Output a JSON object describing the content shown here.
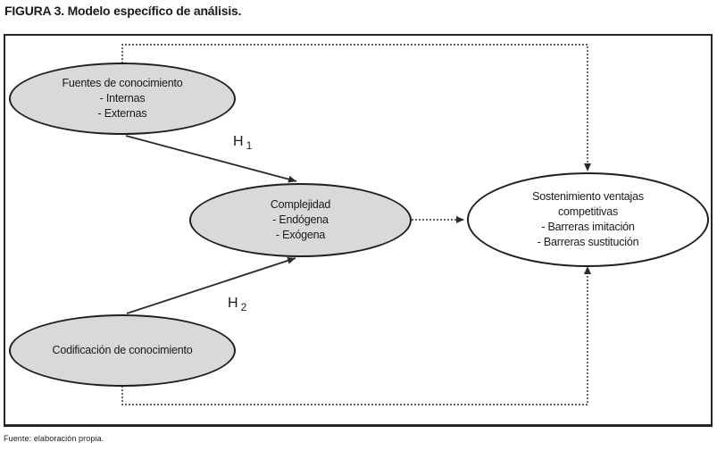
{
  "title": "FIGURA 3. Modelo específico de análisis.",
  "source": "Fuente: elaboración propia.",
  "colors": {
    "node_fill": "#d9d9d9",
    "node_stroke": "#1f1f1f",
    "line": "#2a2a2a",
    "text": "#1a1a1a",
    "box_border": "#262626",
    "background": "#ffffff"
  },
  "nodes": {
    "fuentes": {
      "lines": [
        "Fuentes de conocimiento",
        "- Internas",
        "- Externas"
      ]
    },
    "complejidad": {
      "lines": [
        "Complejidad",
        "- Endógena",
        "- Exógena"
      ]
    },
    "codificacion": {
      "lines": [
        "Codificación de conocimiento"
      ]
    },
    "sostenimiento": {
      "lines": [
        "Sostenimiento ventajas",
        "competitivas",
        "- Barreras imitación",
        "- Barreras sustitución"
      ]
    }
  },
  "labels": {
    "h1": {
      "base": "H",
      "sub": "1"
    },
    "h2": {
      "base": "H",
      "sub": "2"
    }
  }
}
